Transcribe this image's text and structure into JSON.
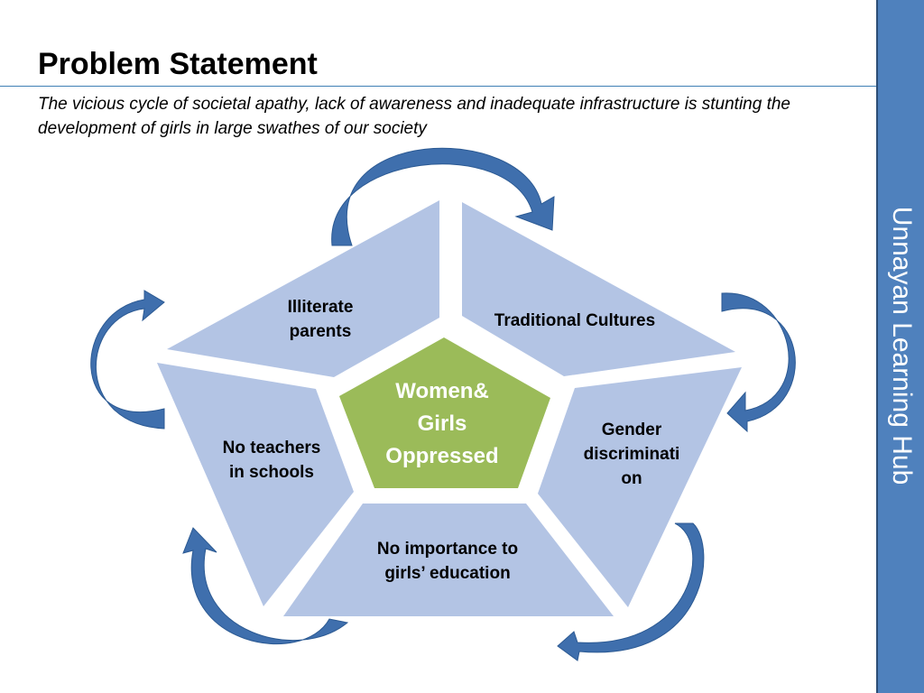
{
  "slide": {
    "title": "Problem Statement",
    "subtitle": "The vicious cycle of societal apathy, lack of awareness and inadequate infrastructure is stunting the development of girls in large swathes of our society",
    "sidebar_label": "Unnayan Learning Hub"
  },
  "diagram": {
    "center": {
      "lines": [
        "Women&",
        "Girls",
        "Oppressed"
      ]
    },
    "segments": [
      {
        "lines": [
          "Illiterate",
          "parents"
        ]
      },
      {
        "lines": [
          "Traditional Cultures"
        ]
      },
      {
        "lines": [
          "Gender",
          "discriminati",
          "on"
        ]
      },
      {
        "lines": [
          "No importance to",
          "girls’ education"
        ]
      },
      {
        "lines": [
          "No teachers",
          "in schools"
        ]
      }
    ]
  },
  "colors": {
    "segment_fill": "#b3c4e4",
    "center_fill": "#9bbb59",
    "arrow_fill": "#3f6fad",
    "sidebar_fill": "#4f81bd",
    "rule": "#3f7fb5"
  }
}
